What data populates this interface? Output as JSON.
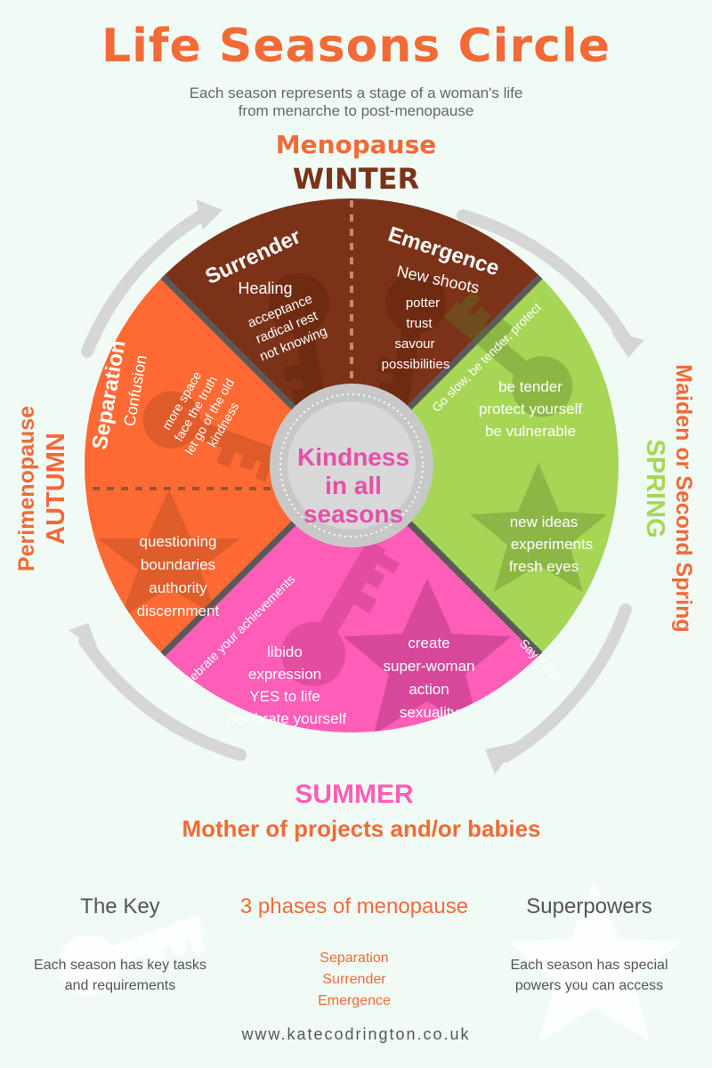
{
  "header": {
    "title": "Life Seasons Circle",
    "subtitle_line1": "Each season represents a stage of a woman's life",
    "subtitle_line2": "from menarche to post-menopause"
  },
  "seasons": {
    "winter": {
      "stage": "Menopause",
      "name": "WINTER",
      "color": "#7b3218"
    },
    "spring": {
      "stage": "Maiden or Second Spring",
      "name": "SPRING",
      "color": "#a6d655"
    },
    "summer": {
      "name": "SUMMER",
      "stage": "Mother of projects and/or babies",
      "color": "#ff5eb8"
    },
    "autumn": {
      "stage": "Perimenopause",
      "name": "AUTUMN",
      "color": "#ff6a34"
    }
  },
  "center": {
    "line1": "Kindness",
    "line2": "in all",
    "line3": "seasons"
  },
  "quadrants": {
    "surrender": {
      "title": "Surrender",
      "subtitle": "Healing",
      "key_items": [
        "acceptance",
        "radical rest",
        "not knowing"
      ]
    },
    "emergence": {
      "title": "Emergence",
      "subtitle": "New shoots",
      "key_items": [
        "potter",
        "trust",
        "savour",
        "possibilities"
      ]
    },
    "spring": {
      "edge_text": "Go slow, be tender, protect",
      "key_items": [
        "be tender",
        "protect yourself",
        "be vulnerable"
      ],
      "star_items": [
        "new ideas",
        "experiments",
        "fresh eyes"
      ]
    },
    "summer": {
      "edge_text_left": "Celebrate your achievements",
      "edge_text_right": "Say YES!",
      "key_items": [
        "libido",
        "expression",
        "YES to life",
        "celebrate yourself"
      ],
      "star_items": [
        "create",
        "super-woman",
        "action",
        "sexuality"
      ]
    },
    "separation": {
      "title": "Separation",
      "subtitle": "Confusion",
      "key_items": [
        "more space",
        "face the truth",
        "let go of the old",
        "kindness"
      ],
      "star_items": [
        "questioning",
        "boundaries",
        "authority",
        "discernment"
      ]
    }
  },
  "legend": {
    "key": {
      "title": "The Key",
      "line1": "Each season has key tasks",
      "line2": "and requirements"
    },
    "phases": {
      "title": "3 phases of menopause",
      "items": [
        "Separation",
        "Surrender",
        "Emergence"
      ]
    },
    "superpowers": {
      "title": "Superpowers",
      "line1": "Each season has special",
      "line2": "powers you can access"
    }
  },
  "footer": {
    "url": "www.katecodrington.co.uk"
  },
  "colors": {
    "accent": "#f26a36",
    "arrow": "#d6d6d6",
    "center": "#c8c8c8",
    "divider": "#5a5a5a"
  }
}
